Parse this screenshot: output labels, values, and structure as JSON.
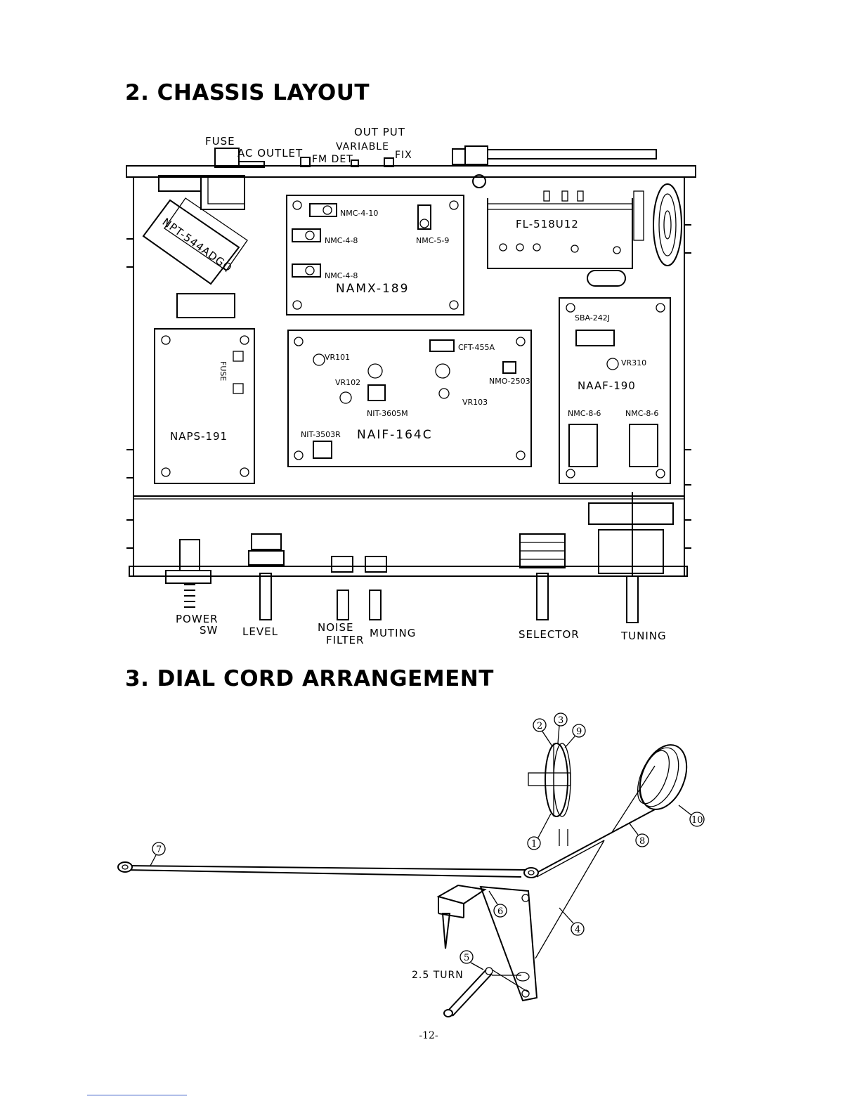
{
  "sections": {
    "chassis_title": "2. CHASSIS LAYOUT",
    "cord_title": "3. DIAL CORD ARRANGEMENT"
  },
  "chassis": {
    "rear_labels": {
      "fuse": "FUSE",
      "ac_outlet": "AC OUTLET",
      "fm_det": "FM DET",
      "output": "OUT PUT",
      "variable": "VARIABLE",
      "fix": "FIX"
    },
    "transformer": "NPT-544ADGQ",
    "front_board": {
      "name": "NAMX-189",
      "parts": [
        "NMC-4-10",
        "NMC-4-8",
        "NMC-4-8",
        "NMC-5-9"
      ]
    },
    "front_end": {
      "name": "FL-518U12"
    },
    "power_board": {
      "name": "NAPS-191",
      "fuse_label": "FUSE"
    },
    "if_board": {
      "name": "NAIF-164C",
      "parts": [
        "VR101",
        "VR102",
        "VR103",
        "CFT-455A",
        "NMO-2503",
        "NIT-3605M",
        "NIT-3503R"
      ]
    },
    "af_board": {
      "name": "NAAF-190",
      "parts": [
        "SBA-242J",
        "VR310",
        "NMC-8-6",
        "NMC-8-6"
      ]
    },
    "controls": {
      "power_1": "POWER",
      "power_2": "SW",
      "level": "LEVEL",
      "noise_1": "NOISE",
      "noise_2": "FILTER",
      "muting": "MUTING",
      "selector": "SELECTOR",
      "tuning": "TUNING"
    }
  },
  "dial_cord": {
    "callouts": [
      "1",
      "2",
      "3",
      "4",
      "5",
      "6",
      "7",
      "8",
      "9",
      "10"
    ],
    "turn_label": "2.5 TURN"
  },
  "page_number": "-12-"
}
